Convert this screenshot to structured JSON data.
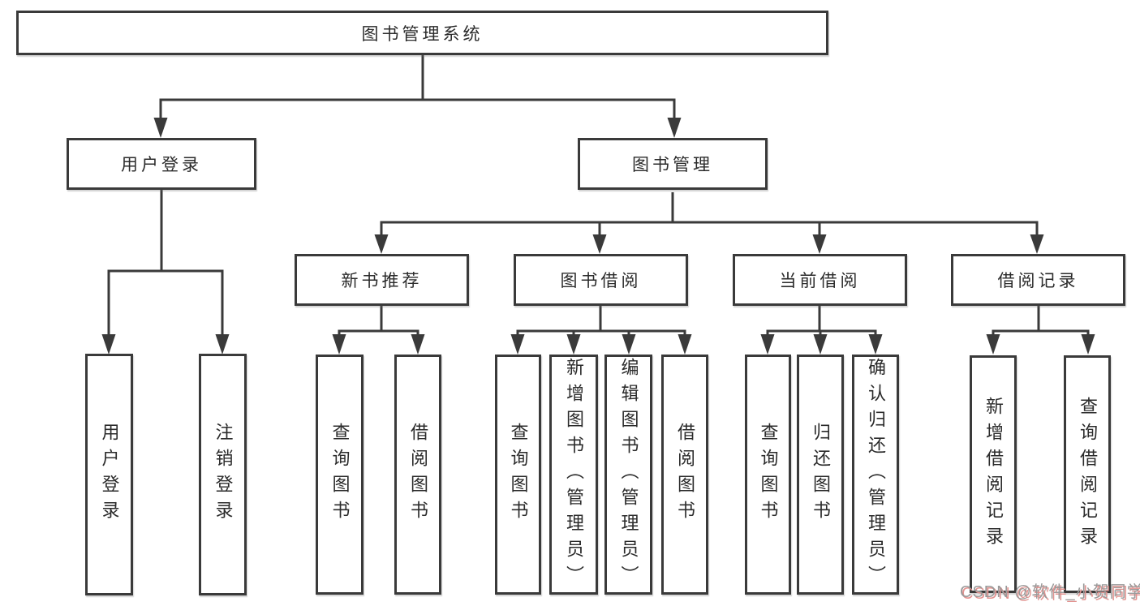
{
  "diagram": {
    "root": {
      "label": "图书管理系统"
    },
    "branches": [
      {
        "label": "用户登录",
        "children": [
          "用户登录",
          "注销登录"
        ]
      },
      {
        "label": "图书管理",
        "groups": [
          {
            "label": "新书推荐",
            "children": [
              "查询图书",
              "借阅图书"
            ]
          },
          {
            "label": "图书借阅",
            "children": [
              "查询图书",
              "新增图书（管理员）",
              "编辑图书（管理员）",
              "借阅图书"
            ]
          },
          {
            "label": "当前借阅",
            "children": [
              "查询图书",
              "归还图书",
              "确认归还（管理员）"
            ]
          },
          {
            "label": "借阅记录",
            "children": [
              "新增借阅记录",
              "查询借阅记录"
            ]
          }
        ]
      }
    ]
  },
  "watermark": {
    "text": "CSDN @软件_小贺同学"
  },
  "colors": {
    "line": "#3a3a3a",
    "box_border": "#3a3a3a",
    "box_background": "#ffffff",
    "text": "#2b2b2b",
    "watermark_text": "#9a9a9a",
    "watermark_shadow": "#e2928f"
  }
}
